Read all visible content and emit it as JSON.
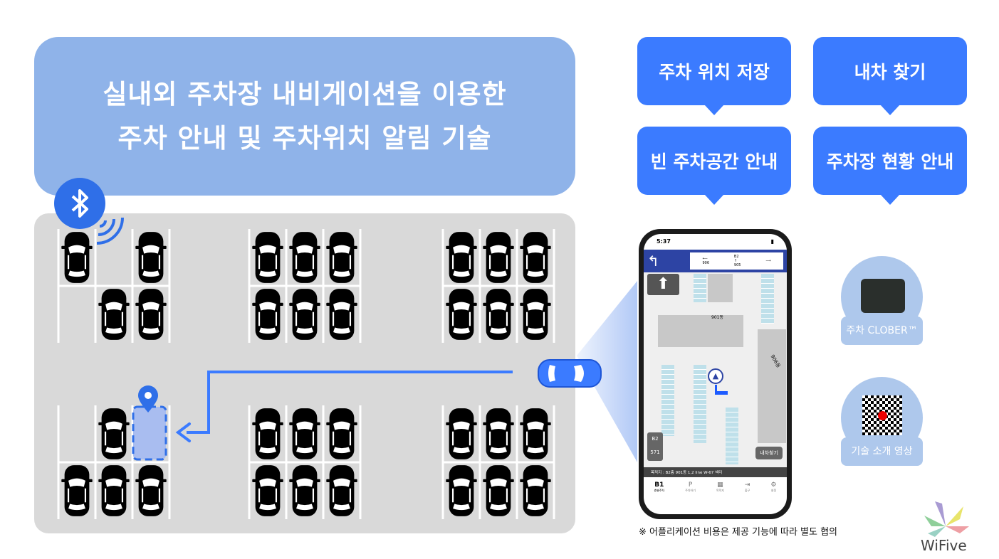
{
  "title": {
    "line1": "실내외 주차장 내비게이션을 이용한",
    "line2": "주차 안내 및 주차위치 알림 기술"
  },
  "features": [
    "주차 위치 저장",
    "내차 찾기",
    "빈 주차공간 안내",
    "주차장 현황 안내"
  ],
  "phone": {
    "time": "5:37",
    "directions": [
      {
        "label": "906"
      },
      {
        "label": "905",
        "floor": "B2"
      },
      {
        "label": ""
      }
    ],
    "map_labels": [
      "906동",
      "901동"
    ],
    "floor": "B2",
    "floor_num": "571",
    "find_car_button": "내차찾기",
    "destination": "목적지 : B2층 901동 1,2 line W-67 섹터",
    "tabs": [
      {
        "icon": "B1",
        "label": "층별주차"
      },
      {
        "icon": "P",
        "label": "주차하기"
      },
      {
        "icon": "▦",
        "label": "목적지"
      },
      {
        "icon": "⇥",
        "label": "출구"
      },
      {
        "icon": "⚙",
        "label": "설정"
      }
    ]
  },
  "badges": {
    "device": "주차 CLOBER™",
    "video": "기술 소개 영상"
  },
  "note": "※ 어플리케이션 비용은 제공 기능에 따라 별도 협의",
  "logo": "WiFive",
  "colors": {
    "accent": "#3b7bff",
    "title_bg": "#8fb3e9",
    "lot": "#d9d9d9"
  }
}
